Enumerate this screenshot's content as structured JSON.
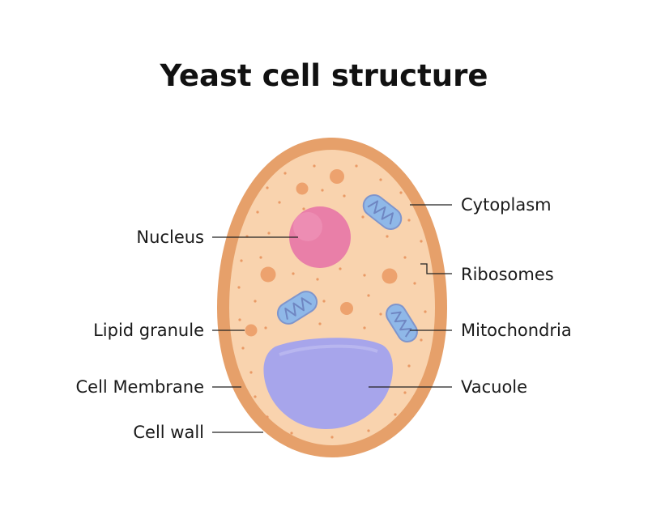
{
  "title": "Yeast cell structure",
  "labels": {
    "nucleus": "Nucleus",
    "lipid_granule": "Lipid granule",
    "cell_membrane": "Cell Membrane",
    "cell_wall": "Cell wall",
    "cytoplasm": "Cytoplasm",
    "ribosomes": "Ribosomes",
    "mitochondria": "Mitochondria",
    "vacuole": "Vacuole"
  },
  "colors": {
    "cell_wall": "#E6A06A",
    "cytoplasm": "#F9D3AE",
    "nucleus": "#E97FA8",
    "vacuole": "#A7A5EB",
    "mitochondria": "#8FB8E8",
    "granule": "#EDA26E",
    "line": "#222222"
  }
}
